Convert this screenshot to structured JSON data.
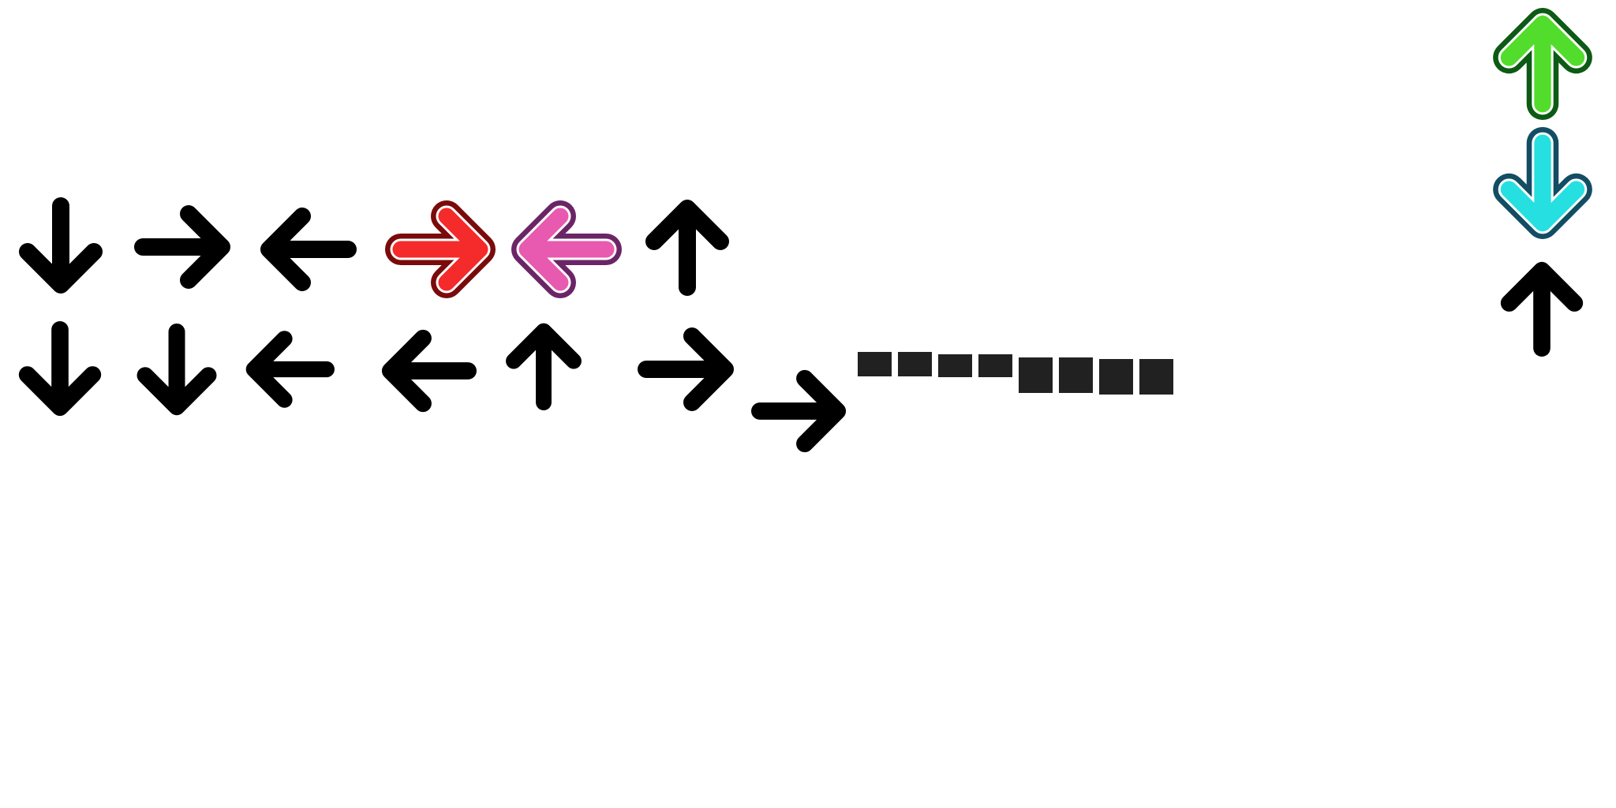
{
  "sprite_sheet": {
    "background": "#ffffff",
    "receptor_color": "#000000",
    "hold_piece_color": "#212121",
    "receptor_row_1": [
      {
        "name": "down-receptor-icon",
        "direction": "down"
      },
      {
        "name": "right-receptor-icon",
        "direction": "right"
      },
      {
        "name": "left-receptor-icon",
        "direction": "left"
      },
      {
        "name": "right-note-red-icon",
        "direction": "right",
        "state": "note",
        "fill": "#f52a2a",
        "outline": "#7a0b0b"
      },
      {
        "name": "left-note-pink-icon",
        "direction": "left",
        "state": "note",
        "fill": "#e85aaf",
        "outline": "#6b2566"
      },
      {
        "name": "up-receptor-icon",
        "direction": "up"
      }
    ],
    "receptor_row_2": [
      {
        "name": "down-receptor-pressed-icon",
        "direction": "down"
      },
      {
        "name": "down-receptor-pressed-2-icon",
        "direction": "down"
      },
      {
        "name": "left-receptor-pressed-icon",
        "direction": "left"
      },
      {
        "name": "left-receptor-pressed-2-icon",
        "direction": "left"
      },
      {
        "name": "up-receptor-pressed-icon",
        "direction": "up"
      },
      {
        "name": "right-receptor-pressed-icon",
        "direction": "right"
      },
      {
        "name": "right-receptor-pressed-2-icon",
        "direction": "right"
      }
    ],
    "hold_pieces": {
      "count": 8
    },
    "side_column": [
      {
        "name": "up-note-green-icon",
        "direction": "up",
        "state": "note",
        "fill": "#52dd2c",
        "outline": "#0d5a14"
      },
      {
        "name": "down-note-cyan-icon",
        "direction": "down",
        "state": "note",
        "fill": "#26dfe0",
        "outline": "#124d63"
      },
      {
        "name": "up-receptor-side-icon",
        "direction": "up"
      }
    ]
  }
}
